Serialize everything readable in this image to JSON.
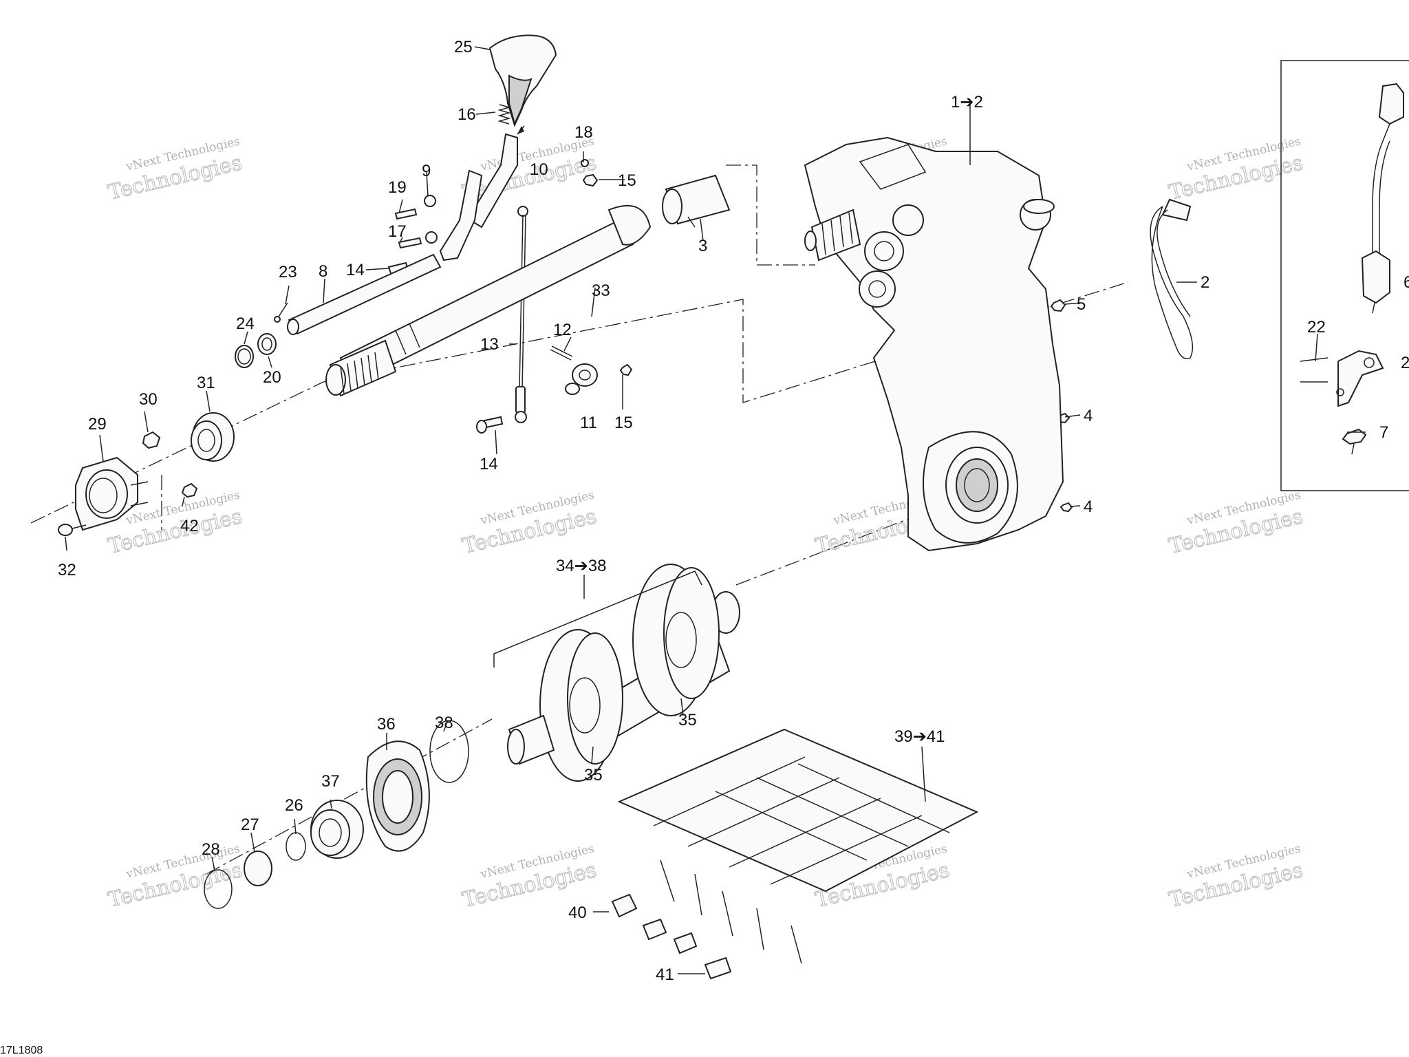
{
  "drawing_id": "17L1808",
  "watermark": {
    "line1": "vNext Technologies",
    "line2": "Technologies"
  },
  "callouts": {
    "c1to2": "1➔2",
    "c2": "2",
    "c3": "3",
    "c4a": "4",
    "c4b": "4",
    "c5": "5",
    "c7": "7",
    "c8": "8",
    "c9": "9",
    "c10": "10",
    "c11": "11",
    "c12": "12",
    "c13": "13",
    "c14a": "14",
    "c14b": "14",
    "c15a": "15",
    "c15b": "15",
    "c16": "16",
    "c17": "17",
    "c18": "18",
    "c19": "19",
    "c20": "20",
    "c21": "2",
    "c22": "22",
    "c23": "23",
    "c24": "24",
    "c25": "25",
    "c26": "26",
    "c27": "27",
    "c28": "28",
    "c29": "29",
    "c30": "30",
    "c31": "31",
    "c32": "32",
    "c33": "33",
    "c34to38": "34➔38",
    "c35a": "35",
    "c35b": "35",
    "c36": "36",
    "c37": "37",
    "c38": "38",
    "c39to41": "39➔41",
    "c40": "40",
    "c41": "41",
    "c42": "42",
    "c6": "6"
  }
}
